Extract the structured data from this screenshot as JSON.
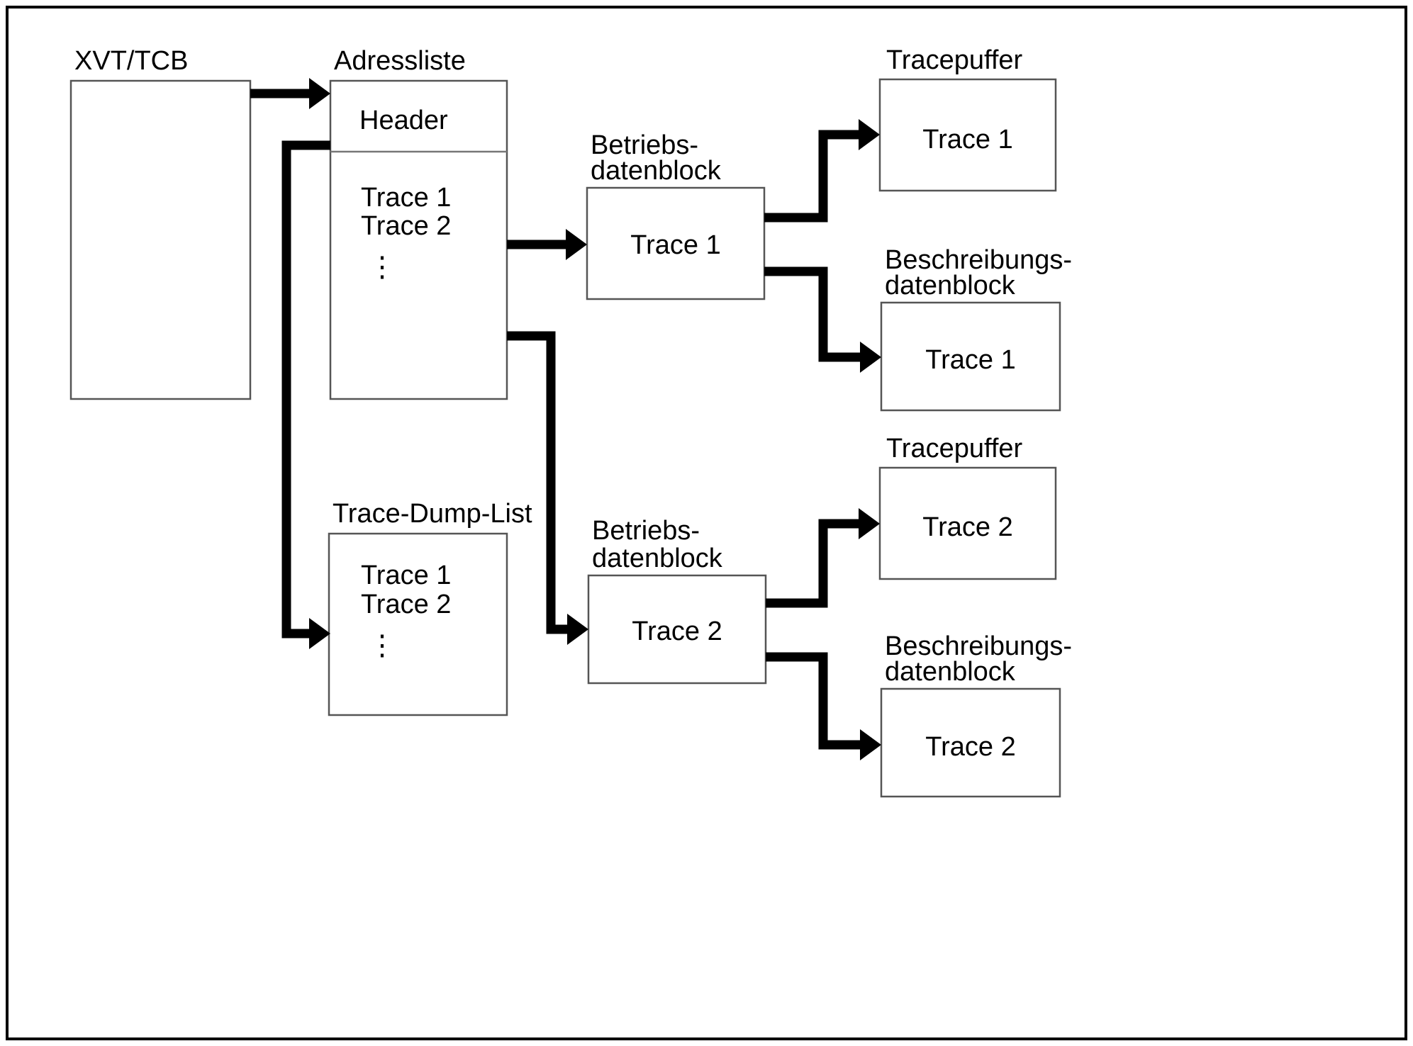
{
  "diagram": {
    "title": "Trace data structure diagram",
    "colors": {
      "background": "#ffffff",
      "frame_stroke": "#000000",
      "box_stroke": "#555555",
      "connector": "#000000",
      "text": "#000000"
    },
    "captions": {
      "xvt_tcb": "XVT/TCB",
      "adressliste": "Adressliste",
      "trace_dump_list": "Trace-Dump-List",
      "betriebsdatenblock_top_line1": "Betriebs-",
      "betriebsdatenblock_top_line2": "datenblock",
      "betriebsdatenblock_bottom_line1": "Betriebs-",
      "betriebsdatenblock_bottom_line2": "datenblock",
      "tracepuffer_top": "Tracepuffer",
      "tracepuffer_bottom": "Tracepuffer",
      "beschreibungsdatenblock_top_line1": "Beschreibungs-",
      "beschreibungsdatenblock_top_line2": "datenblock",
      "beschreibungsdatenblock_bottom_line1": "Beschreibungs-",
      "beschreibungsdatenblock_bottom_line2": "datenblock"
    },
    "boxes": {
      "xvt_tcb": {
        "content": ""
      },
      "adressliste": {
        "header": "Header",
        "entries": [
          "Trace 1",
          "Trace 2"
        ],
        "ellipsis": "⋮"
      },
      "trace_dump_list": {
        "entries": [
          "Trace 1",
          "Trace 2"
        ],
        "ellipsis": "⋮"
      },
      "betriebsdatenblock_top": {
        "label": "Trace 1"
      },
      "betriebsdatenblock_bottom": {
        "label": "Trace 2"
      },
      "tracepuffer_top": {
        "label": "Trace 1"
      },
      "tracepuffer_bottom": {
        "label": "Trace 2"
      },
      "beschreibungsdatenblock_top": {
        "label": "Trace 1"
      },
      "beschreibungsdatenblock_bottom": {
        "label": "Trace 2"
      }
    }
  }
}
